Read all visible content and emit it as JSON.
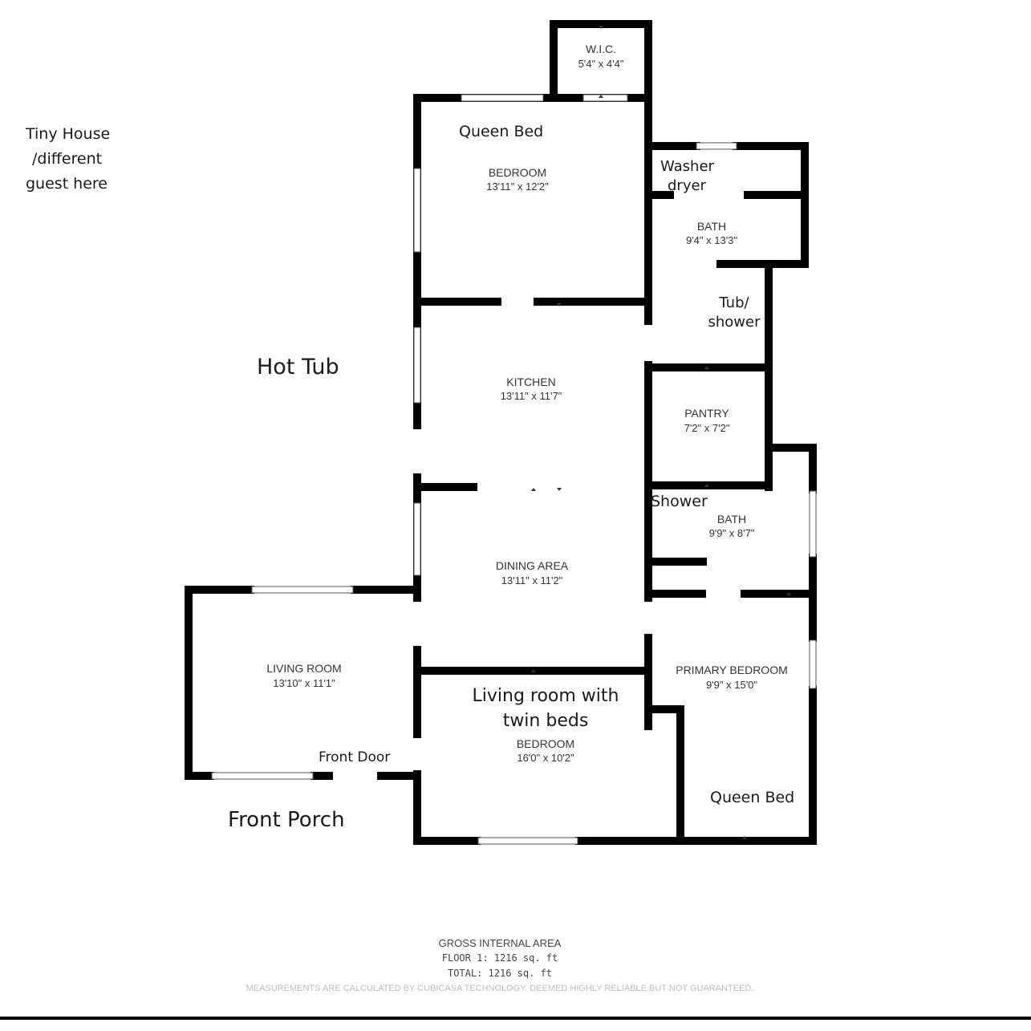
{
  "rooms": {
    "wic": {
      "name": "W.I.C.",
      "dims": "5'4\" x 4'4\""
    },
    "bedroom_top": {
      "name": "BEDROOM",
      "dims": "13'11\" x 12'2\""
    },
    "bath_top": {
      "name": "BATH",
      "dims": "9'4\" x 13'3\""
    },
    "kitchen": {
      "name": "KITCHEN",
      "dims": "13'11\" x 11'7\""
    },
    "pantry": {
      "name": "PANTRY",
      "dims": "7'2\" x 7'2\""
    },
    "bath_mid": {
      "name": "BATH",
      "dims": "9'9\" x 8'7\""
    },
    "dining": {
      "name": "DINING AREA",
      "dims": "13'11\" x 11'2\""
    },
    "living": {
      "name": "LIVING ROOM",
      "dims": "13'10\" x 11'1\""
    },
    "primary": {
      "name": "PRIMARY BEDROOM",
      "dims": "9'9\" x 15'0\""
    },
    "bedroom_bottom": {
      "name": "BEDROOM",
      "dims": "16'0\" x 10'2\""
    }
  },
  "notes": {
    "tiny_house": [
      "Tiny House",
      "/different",
      "guest here"
    ],
    "queen_bed_top": "Queen Bed",
    "washer": [
      "Washer",
      "dryer"
    ],
    "tub": [
      "Tub/",
      "shower"
    ],
    "hot_tub": "Hot Tub",
    "shower": "Shower",
    "living_twin": [
      "Living room with",
      "twin beds"
    ],
    "front_door": "Front Door",
    "front_porch": "Front Porch",
    "queen_bed_bottom": "Queen Bed"
  },
  "footer": {
    "title": "GROSS INTERNAL AREA",
    "floor": "FLOOR 1: 1216 sq. ft",
    "total": "TOTAL: 1216 sq. ft",
    "disclaimer": "MEASUREMENTS ARE CALCULATED BY CUBICASA TECHNOLOGY. DEEMED HIGHLY RELIABLE BUT NOT GUARANTEED."
  }
}
